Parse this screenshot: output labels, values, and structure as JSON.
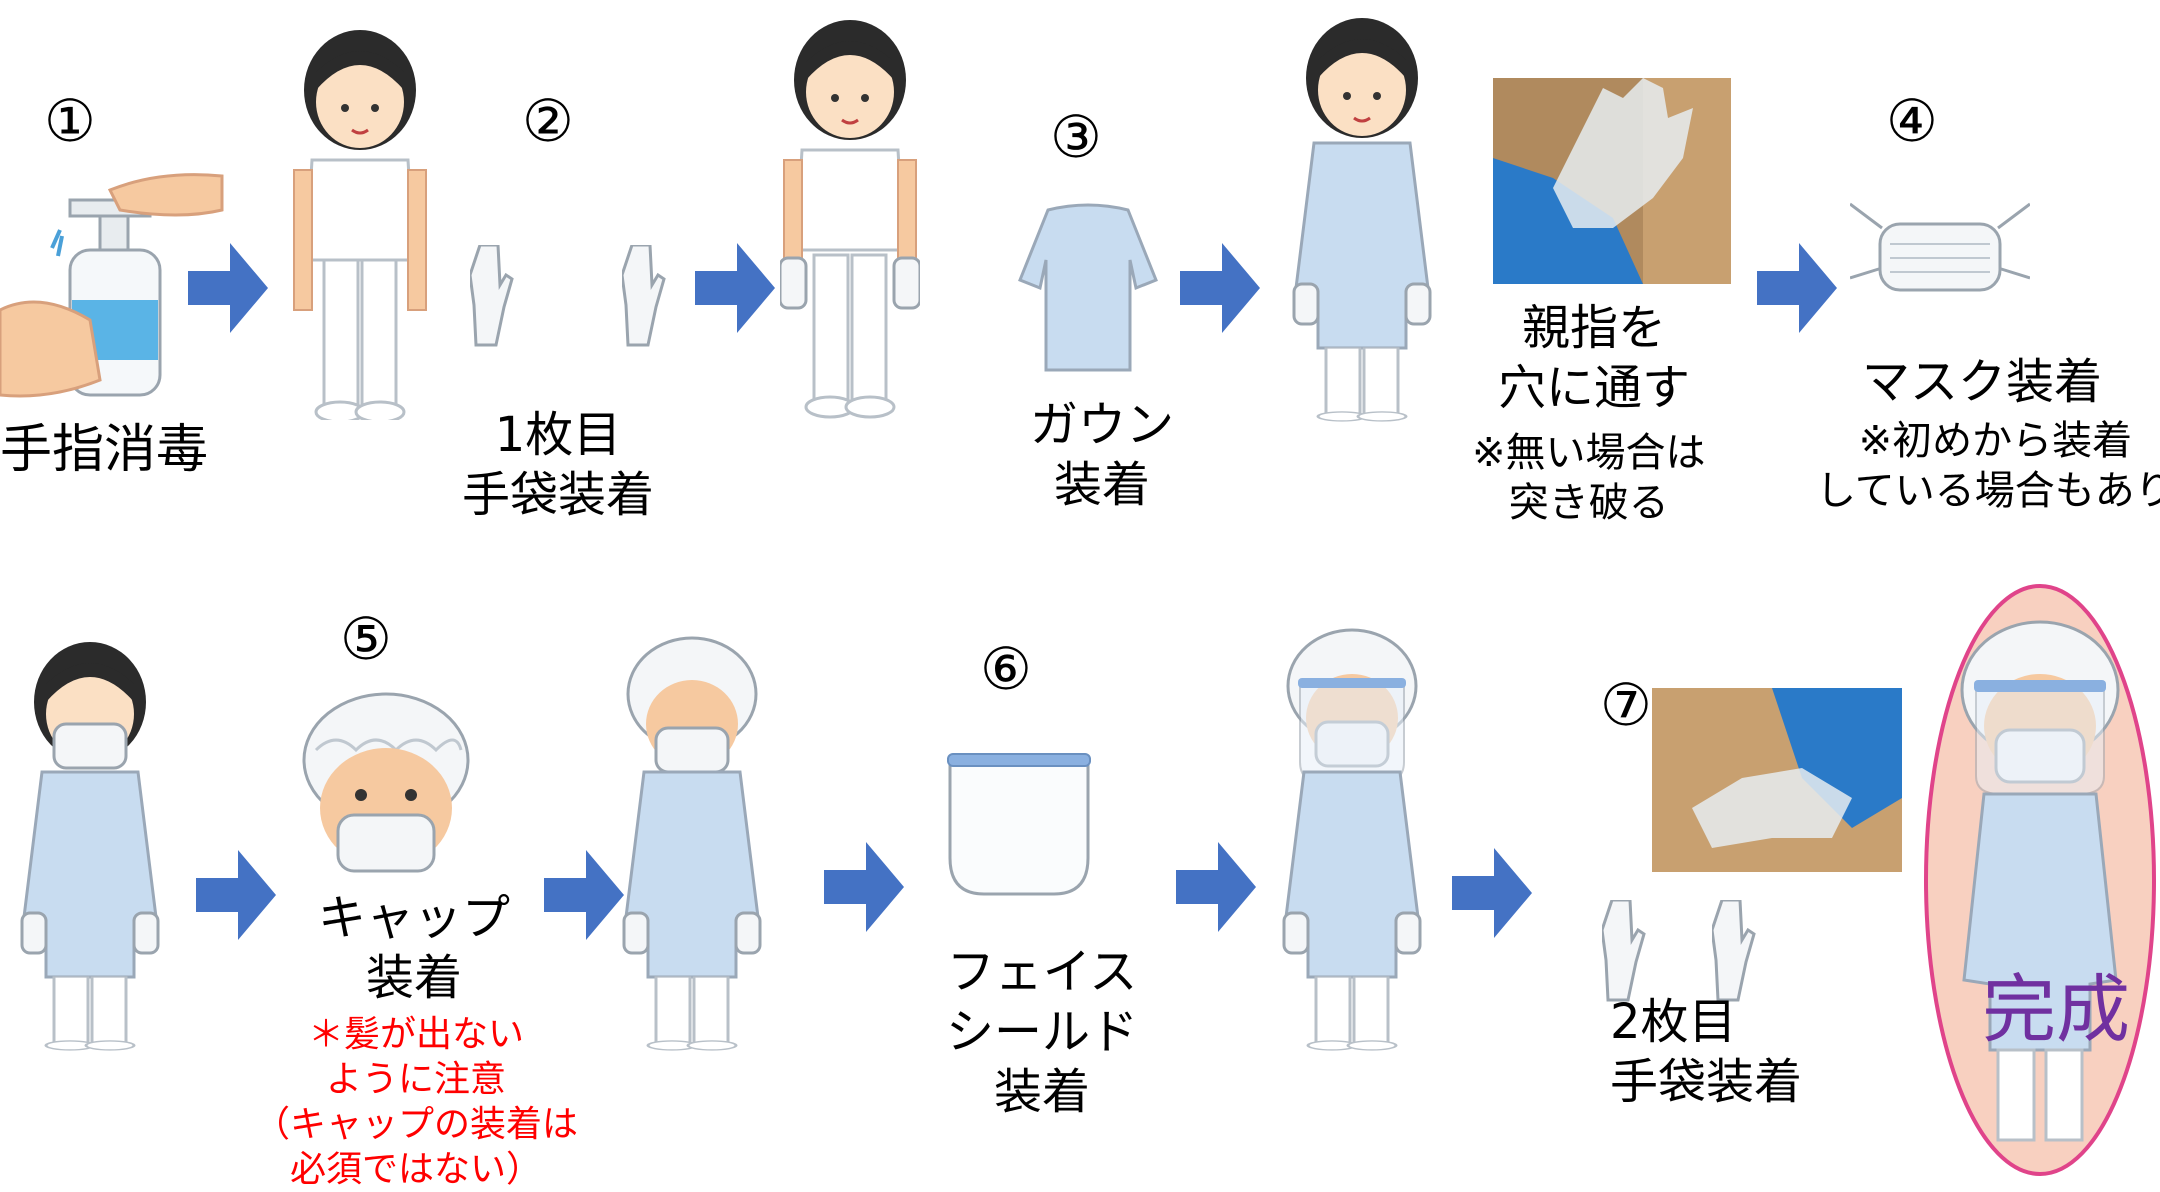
{
  "colors": {
    "arrow": "#4472c4",
    "gown": "#c8dcf0",
    "gown_stroke": "#9aa8b8",
    "skin": "#f6c9a0",
    "hair": "#2b2b2b",
    "red_note": "#ff0000",
    "complete_text": "#7030a0",
    "complete_ellipse_fill": "#f8d0c0",
    "complete_ellipse_stroke": "#e0448a",
    "sanitizer_liquid": "#5ab4e6"
  },
  "steps": [
    {
      "num": "①",
      "label": [
        "手指消毒"
      ]
    },
    {
      "num": "②",
      "label": [
        "1枚目",
        "手袋装着"
      ]
    },
    {
      "num": "③",
      "label": [
        "ガウン",
        "装着"
      ]
    },
    {
      "label": [
        "親指を",
        "穴に通す"
      ],
      "note": [
        "※無い場合は",
        "突き破る"
      ]
    },
    {
      "num": "④",
      "label": [
        "マスク装着"
      ],
      "note": [
        "※初めから装着",
        "している場合もあり"
      ]
    },
    {
      "num": "⑤",
      "label": [
        "キャップ",
        "装着"
      ],
      "note": [
        "＊髪が出ない",
        "ように注意",
        "（キャップの装着は",
        "必須ではない）"
      ]
    },
    {
      "num": "⑥",
      "label": [
        "フェイス",
        "シールド",
        "装着"
      ]
    },
    {
      "num": "⑦",
      "label": [
        "2枚目",
        "手袋装着"
      ]
    }
  ],
  "complete_label": "完成",
  "icons": [
    "sanitizer-icon",
    "nurse-icon",
    "glove-icon",
    "gown-icon",
    "mask-icon",
    "cap-icon",
    "face-shield-icon",
    "arrow-right-icon"
  ]
}
